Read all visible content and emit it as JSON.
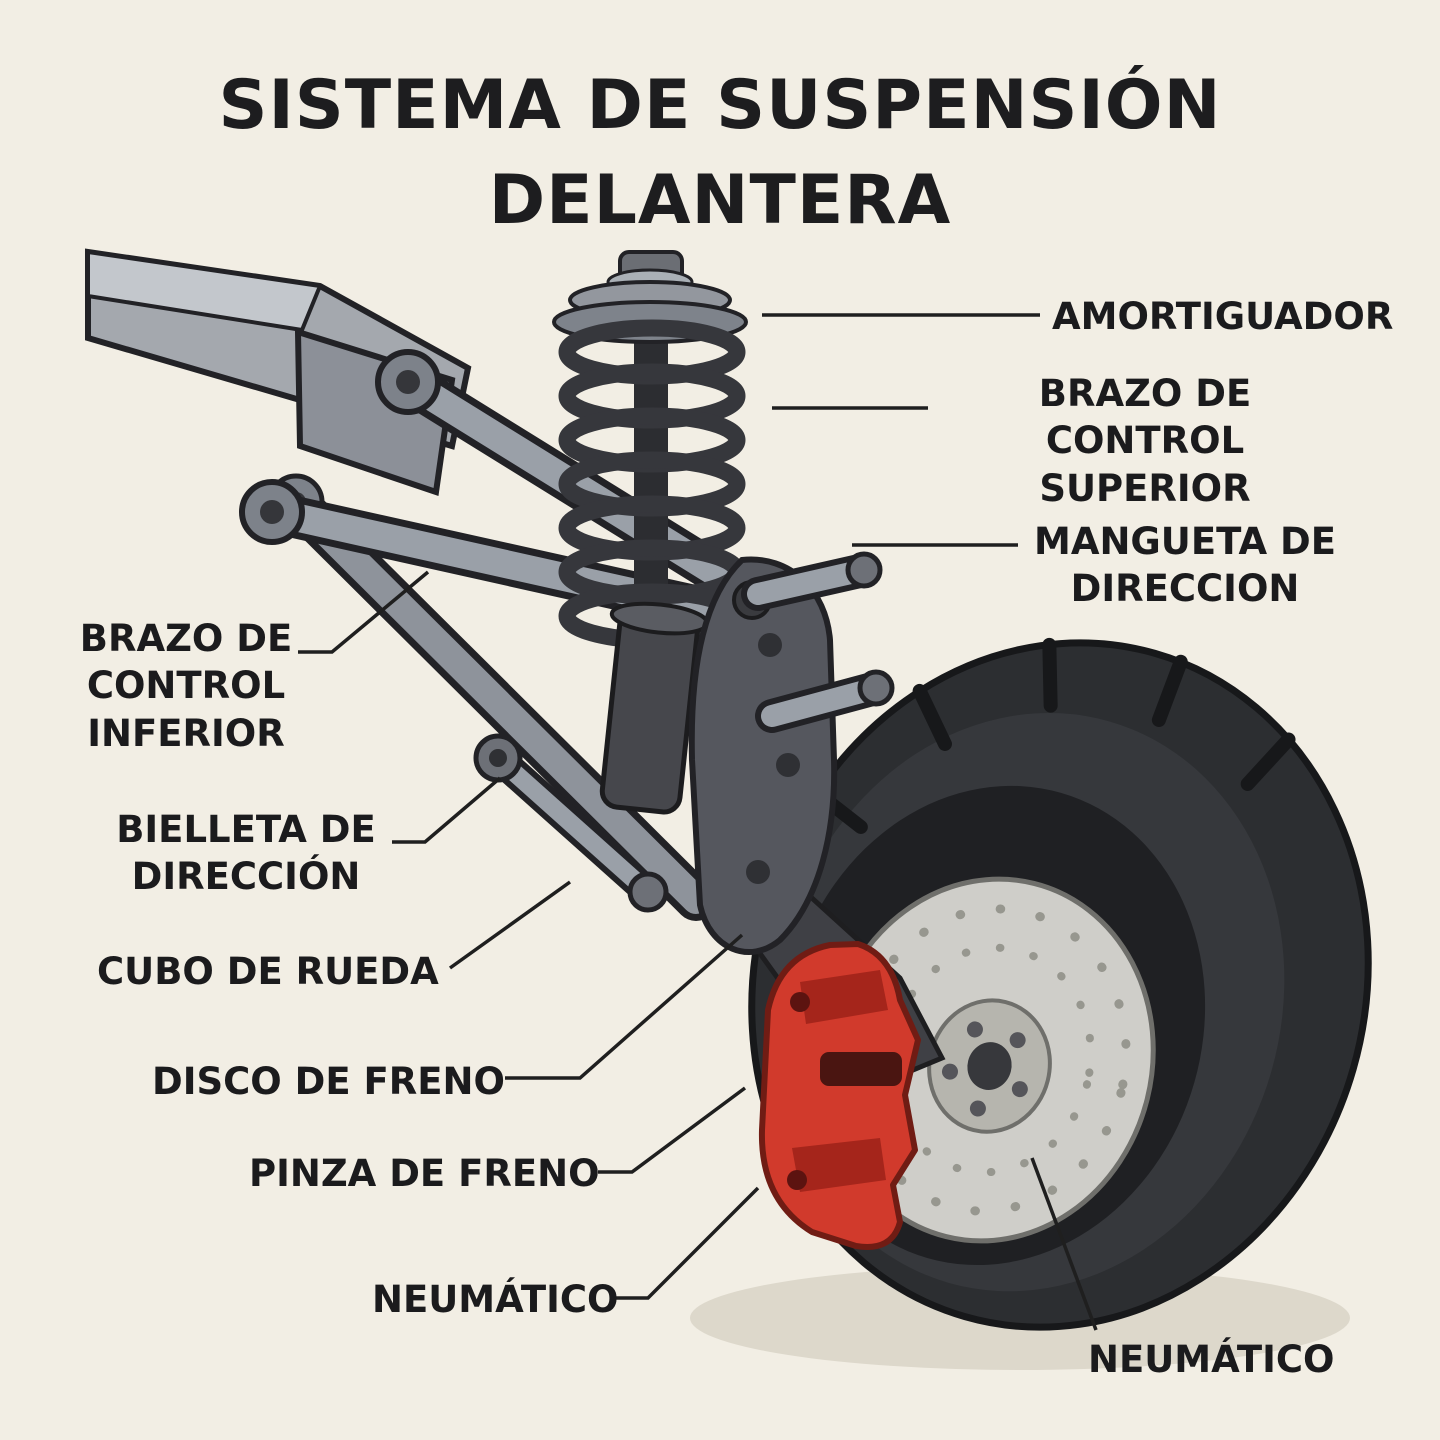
{
  "title": {
    "text": "SISTEMA DE SUSPENSIÓN\nDELANTERA"
  },
  "labels": {
    "amortiguador": "AMORTIGUADOR",
    "brazo_control_superior": "BRAZO DE CONTROL\nSUPERIOR",
    "mangueta_direccion": "MANGUETA DE\nDIRECCION",
    "brazo_control_inferior": "BRAZO DE\nCONTROL\nINFERIOR",
    "bielleta_direccion": "BIELLETA DE\nDIRECCIÓN",
    "cubo_rueda": "CUBO DE RUEDA",
    "disco_freno": "DISCO DE FRENO",
    "pinza_freno": "PINZA DE FRENO",
    "neumatico_izquierda": "NEUMÁTICO",
    "neumatico_derecha": "NEUMÁTICO"
  },
  "colors": {
    "background": "#f2eee4",
    "text": "#1b1b1d",
    "caliper_red": "#d13a2c",
    "metal_gray": "#9aa0a8",
    "dark_metal": "#55575e",
    "tire_black": "#2c2e31",
    "disc_gray": "#cfcec9",
    "leader_line": "#1f1f1f"
  }
}
